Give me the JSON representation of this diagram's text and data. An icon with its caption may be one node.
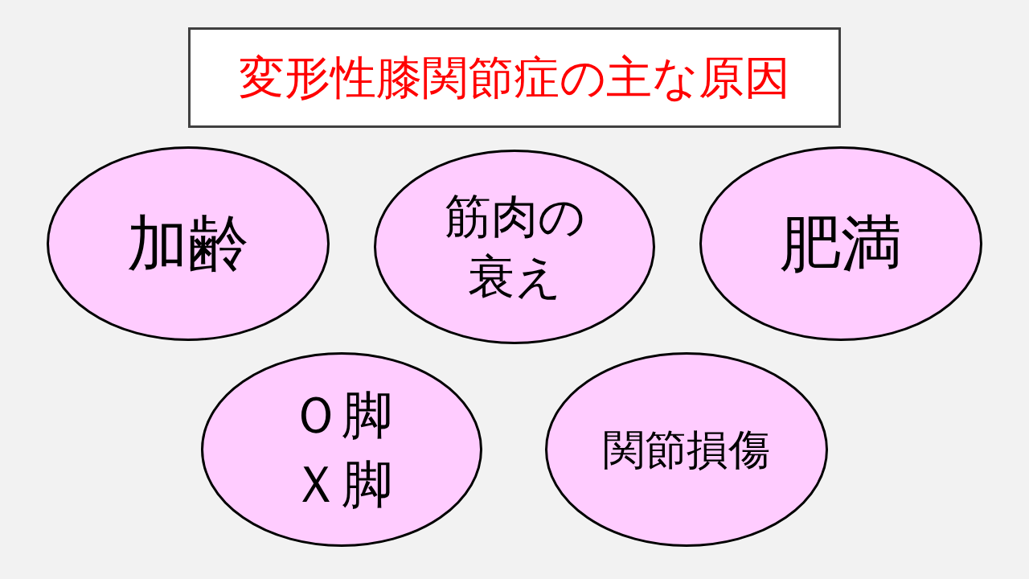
{
  "diagram": {
    "title": "変形性膝関節症の主な原因",
    "nodes": [
      {
        "text": [
          "加齢"
        ]
      },
      {
        "text": [
          "筋肉の衰え"
        ]
      },
      {
        "text": [
          "肥満"
        ]
      },
      {
        "text": [
          "Ｏ脚",
          "Ｘ脚"
        ]
      },
      {
        "text": [
          "関節損傷"
        ]
      }
    ]
  }
}
